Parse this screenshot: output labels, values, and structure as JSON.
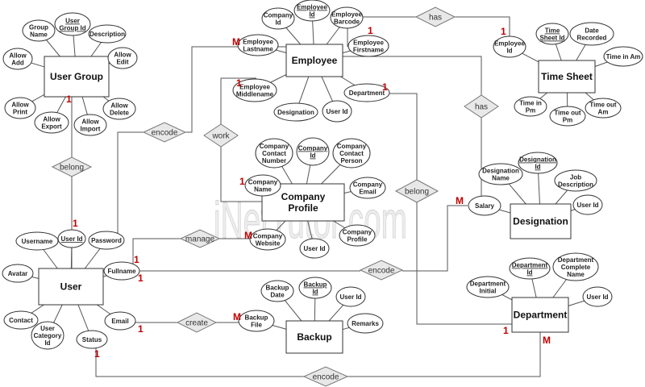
{
  "watermark": "iNetTutor.com",
  "entities": {
    "user_group": "User Group",
    "employee": "Employee",
    "time_sheet": "Time Sheet",
    "company_profile": "Company Profile",
    "designation": "Designation",
    "user": "User",
    "backup": "Backup",
    "department": "Department"
  },
  "relationships": {
    "encode_1": "encode",
    "has_1": "has",
    "has_2": "has",
    "work": "work",
    "belong_1": "belong",
    "belong_2": "belong",
    "manage": "manage",
    "encode_2": "encode",
    "create": "create",
    "encode_3": "encode"
  },
  "attributes": {
    "ug_group_name": [
      "Group",
      "Name"
    ],
    "ug_user_group_id": [
      "User",
      "Group Id"
    ],
    "ug_description": [
      "Description"
    ],
    "ug_allow_add": [
      "Allow",
      "Add"
    ],
    "ug_allow_edit": [
      "Allow",
      "Edit"
    ],
    "ug_allow_print": [
      "Allow",
      "Print"
    ],
    "ug_allow_export": [
      "Allow",
      "Export"
    ],
    "ug_allow_import": [
      "Allow",
      "Import"
    ],
    "ug_allow_delete": [
      "Allow",
      "Delete"
    ],
    "emp_company_id": [
      "Company",
      "Id"
    ],
    "emp_employee_id": [
      "Employee",
      "Id"
    ],
    "emp_barcode": [
      "Employee",
      "Barcode"
    ],
    "emp_lastname": [
      "Employee",
      "Lastname"
    ],
    "emp_firstname": [
      "Employee",
      "Firstname"
    ],
    "emp_middlename": [
      "Employee",
      "Middlename"
    ],
    "emp_designation": [
      "Designation"
    ],
    "emp_user_id": [
      "User Id"
    ],
    "emp_department": [
      "Department"
    ],
    "ts_employee_id": [
      "Employee",
      "Id"
    ],
    "ts_sheet_id": [
      "Time",
      "Sheet Id"
    ],
    "ts_date_recorded": [
      "Date",
      "Recorded"
    ],
    "ts_time_in_am": [
      "Time in Am"
    ],
    "ts_time_in_pm": [
      "Time in",
      "Pm"
    ],
    "ts_time_out_pm": [
      "Time out",
      "Pm"
    ],
    "ts_time_out_am": [
      "Time out",
      "Am"
    ],
    "cp_contact_number": [
      "Company",
      "Contact",
      "Number"
    ],
    "cp_company_id": [
      "Company",
      "Id"
    ],
    "cp_contact_person": [
      "Company",
      "Contact",
      "Person"
    ],
    "cp_company_name": [
      "Company",
      "Name"
    ],
    "cp_company_email": [
      "Company",
      "Email"
    ],
    "cp_company_website": [
      "Company",
      "Website"
    ],
    "cp_user_id": [
      "User Id"
    ],
    "cp_company_profile": [
      "Company",
      "Profile"
    ],
    "des_designation_name": [
      "Designation",
      "Name"
    ],
    "des_designation_id": [
      "Designation",
      "Id"
    ],
    "des_job_description": [
      "Job",
      "Description"
    ],
    "des_salary": [
      "Salary"
    ],
    "des_user_id": [
      "User Id"
    ],
    "usr_username": [
      "Username"
    ],
    "usr_user_id": [
      "User Id"
    ],
    "usr_password": [
      "Password"
    ],
    "usr_avatar": [
      "Avatar"
    ],
    "usr_fullname": [
      "Fullname"
    ],
    "usr_contact": [
      "Contact"
    ],
    "usr_category_id": [
      "User",
      "Category",
      "Id"
    ],
    "usr_status": [
      "Status"
    ],
    "usr_email": [
      "Email"
    ],
    "bk_backup_date": [
      "Backup",
      "Date"
    ],
    "bk_backup_id": [
      "Backup",
      "Id"
    ],
    "bk_user_id": [
      "User Id"
    ],
    "bk_backup_file": [
      "Backup",
      "File"
    ],
    "bk_remarks": [
      "Remarks"
    ],
    "dep_department_id": [
      "Department",
      "Id"
    ],
    "dep_complete_name": [
      "Department",
      "Complete",
      "Name"
    ],
    "dep_initial": [
      "Department",
      "Initial"
    ],
    "dep_user_id": [
      "User Id"
    ]
  },
  "cardinalities": {
    "c_emp_has": "1",
    "c_ts_has": "1",
    "c_emp_encode": "M",
    "c_emp_work": "1",
    "c_emp_belong": "1",
    "c_cp_work": "1",
    "c_cp_manage": "M",
    "c_ug_belong": "1",
    "c_user_belong": "1",
    "c_user_manage": "1",
    "c_user_encode2": "1",
    "c_des_encode2": "M",
    "c_user_create": "1",
    "c_bk_create": "M",
    "c_user_encode3": "1",
    "c_dep_encode3": "M",
    "c_dep_belong": "1"
  }
}
